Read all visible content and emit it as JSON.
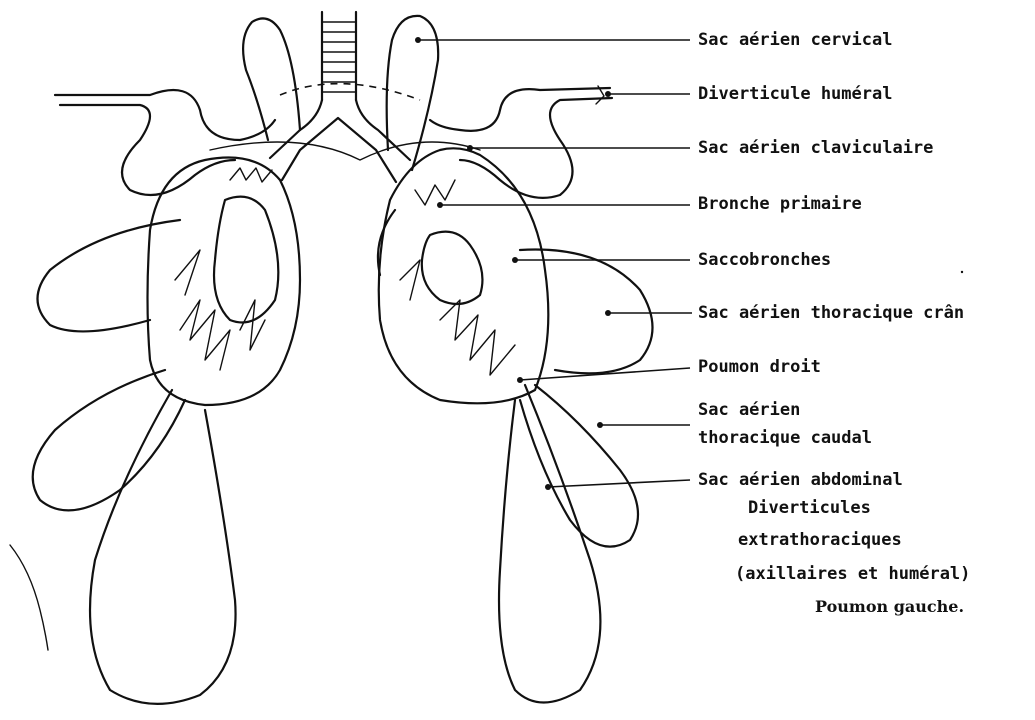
{
  "labels": {
    "sac_aerien_cervical": "Sac aérien cervical",
    "diverticule_humeral": "Diverticule huméral",
    "sac_aerien_claviculaire": "Sac aérien claviculaire",
    "bronche_primaire": "Bronche primaire",
    "saccobronches": "Saccobronches",
    "sac_aerien_thoracique_cran": "Sac aérien thoracique crân",
    "poumon_droit": "Poumon droit",
    "sac_aerien_thoracique_caudal_1": "Sac aérien",
    "sac_aerien_thoracique_caudal_2": "thoracique caudal",
    "sac_aerien_abdominal": "Sac aérien abdominal",
    "diverticules_1": "Diverticules",
    "diverticules_2": "extrathoraciques",
    "diverticules_3": "(axillaires et huméral)",
    "poumon_gauche": "Poumon gauche."
  }
}
